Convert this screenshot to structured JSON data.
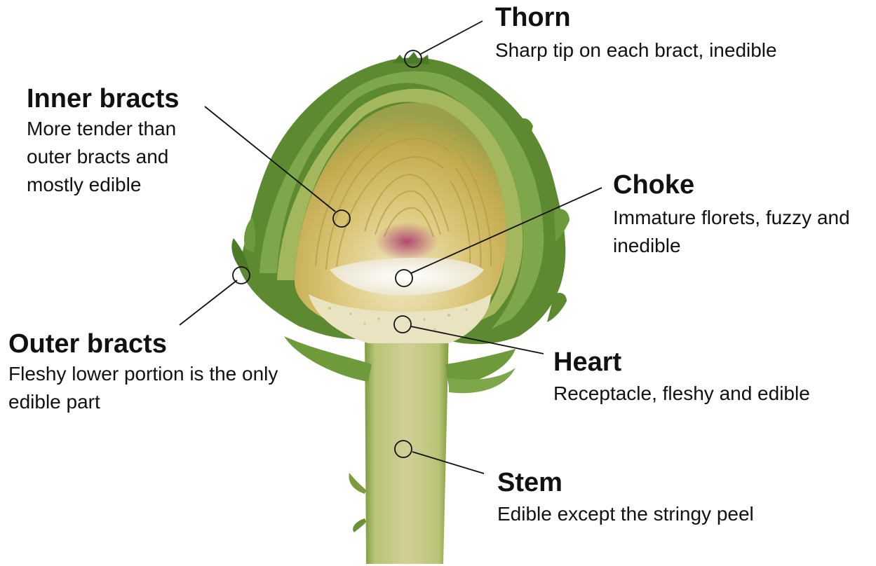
{
  "labels": {
    "thorn": {
      "title": "Thorn",
      "desc": "Sharp tip on each bract, inedible"
    },
    "inner_bracts": {
      "title": "Inner bracts",
      "desc": "More tender than outer bracts and mostly edible"
    },
    "choke": {
      "title": "Choke",
      "desc": "Immature florets, fuzzy and inedible"
    },
    "outer_bracts": {
      "title": "Outer bracts",
      "desc": "Fleshy lower portion is the only edible part"
    },
    "heart": {
      "title": "Heart",
      "desc": "Receptacle, fleshy and edible"
    },
    "stem": {
      "title": "Stem",
      "desc": "Edible except the stringy peel"
    }
  },
  "colors": {
    "outer_bract": "#6f9a3c",
    "outer_bract_dark": "#3f6a23",
    "inner_bract": "#c9b25a",
    "inner_flesh": "#e9dfb0",
    "choke": "#f3f1e6",
    "heart_tint": "#a24a6a",
    "stem": "#b9c47a",
    "stem_dark": "#86a04a",
    "leader": "#111111"
  }
}
